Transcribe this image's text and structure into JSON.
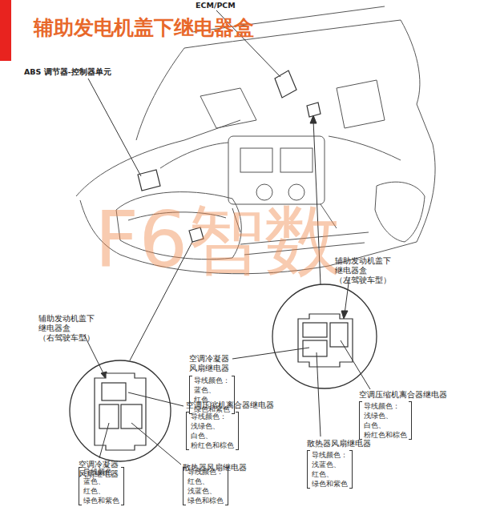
{
  "diagram": {
    "title": "辅助发电机盖下继电器盒",
    "labels": [
      "ECM/PCM",
      "ABS 调节器-控制器单元",
      "F6智数",
      "辅助发动机盖下 继电器盒（左驾驶车型）",
      "空调冷凝器 风扇继电器",
      "导线颜色：蓝色、 红色、绿色和紫色",
      "空调压缩机离合器继电器",
      "导线颜色：浅绿色、 白色、粉红色和棕色",
      "散热器风扇继电器",
      "导线颜色：浅蓝色、 红色、绿色和紫色",
      "辅助发动机盖下 继电器盒（右驾驶车型）",
      "空调压缩机离合器继电器",
      "导线颜色：浅绿色、 白色、粉红色和棕色",
      "空调冷凝器 风扇继电器",
      "导线颜色：蓝色、 红色、绿色和紫色",
      "散热器风扇继电器",
      "导线颜色：红色、 浅蓝色、绿色和棕色"
    ]
  }
}
